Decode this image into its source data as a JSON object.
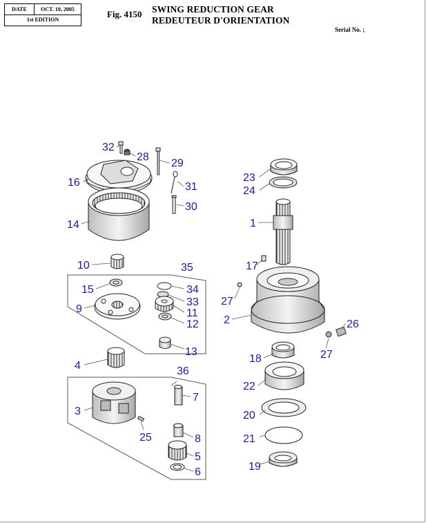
{
  "header": {
    "date_label": "DATE",
    "date_value": "OCT. 10, 2005",
    "edition": "1st EDITION",
    "fig_label": "Fig. 4150",
    "title_en": "SWING REDUCTION GEAR",
    "title_fr": "REDEUTEUR D'ORIENTATION",
    "serial_label": "Serial No. ;"
  },
  "callouts": [
    {
      "id": "c32",
      "text": "32"
    },
    {
      "id": "c28",
      "text": "28"
    },
    {
      "id": "c29",
      "text": "29"
    },
    {
      "id": "c16",
      "text": "16"
    },
    {
      "id": "c31",
      "text": "31"
    },
    {
      "id": "c30",
      "text": "30"
    },
    {
      "id": "c14",
      "text": "14"
    },
    {
      "id": "c23",
      "text": "23"
    },
    {
      "id": "c24",
      "text": "24"
    },
    {
      "id": "c1",
      "text": "1"
    },
    {
      "id": "c10",
      "text": "10"
    },
    {
      "id": "c35",
      "text": "35"
    },
    {
      "id": "c17",
      "text": "17"
    },
    {
      "id": "c15",
      "text": "15"
    },
    {
      "id": "c34",
      "text": "34"
    },
    {
      "id": "c9",
      "text": "9"
    },
    {
      "id": "c33",
      "text": "33"
    },
    {
      "id": "c27a",
      "text": "27"
    },
    {
      "id": "c11",
      "text": "11"
    },
    {
      "id": "c12",
      "text": "12"
    },
    {
      "id": "c2",
      "text": "2"
    },
    {
      "id": "c26",
      "text": "26"
    },
    {
      "id": "c13",
      "text": "13"
    },
    {
      "id": "c27b",
      "text": "27"
    },
    {
      "id": "c4",
      "text": "4"
    },
    {
      "id": "c18",
      "text": "18"
    },
    {
      "id": "c36",
      "text": "36"
    },
    {
      "id": "c22",
      "text": "22"
    },
    {
      "id": "c7",
      "text": "7"
    },
    {
      "id": "c3",
      "text": "3"
    },
    {
      "id": "c20",
      "text": "20"
    },
    {
      "id": "c25",
      "text": "25"
    },
    {
      "id": "c8",
      "text": "8"
    },
    {
      "id": "c21",
      "text": "21"
    },
    {
      "id": "c5",
      "text": "5"
    },
    {
      "id": "c19",
      "text": "19"
    },
    {
      "id": "c6",
      "text": "6"
    }
  ]
}
